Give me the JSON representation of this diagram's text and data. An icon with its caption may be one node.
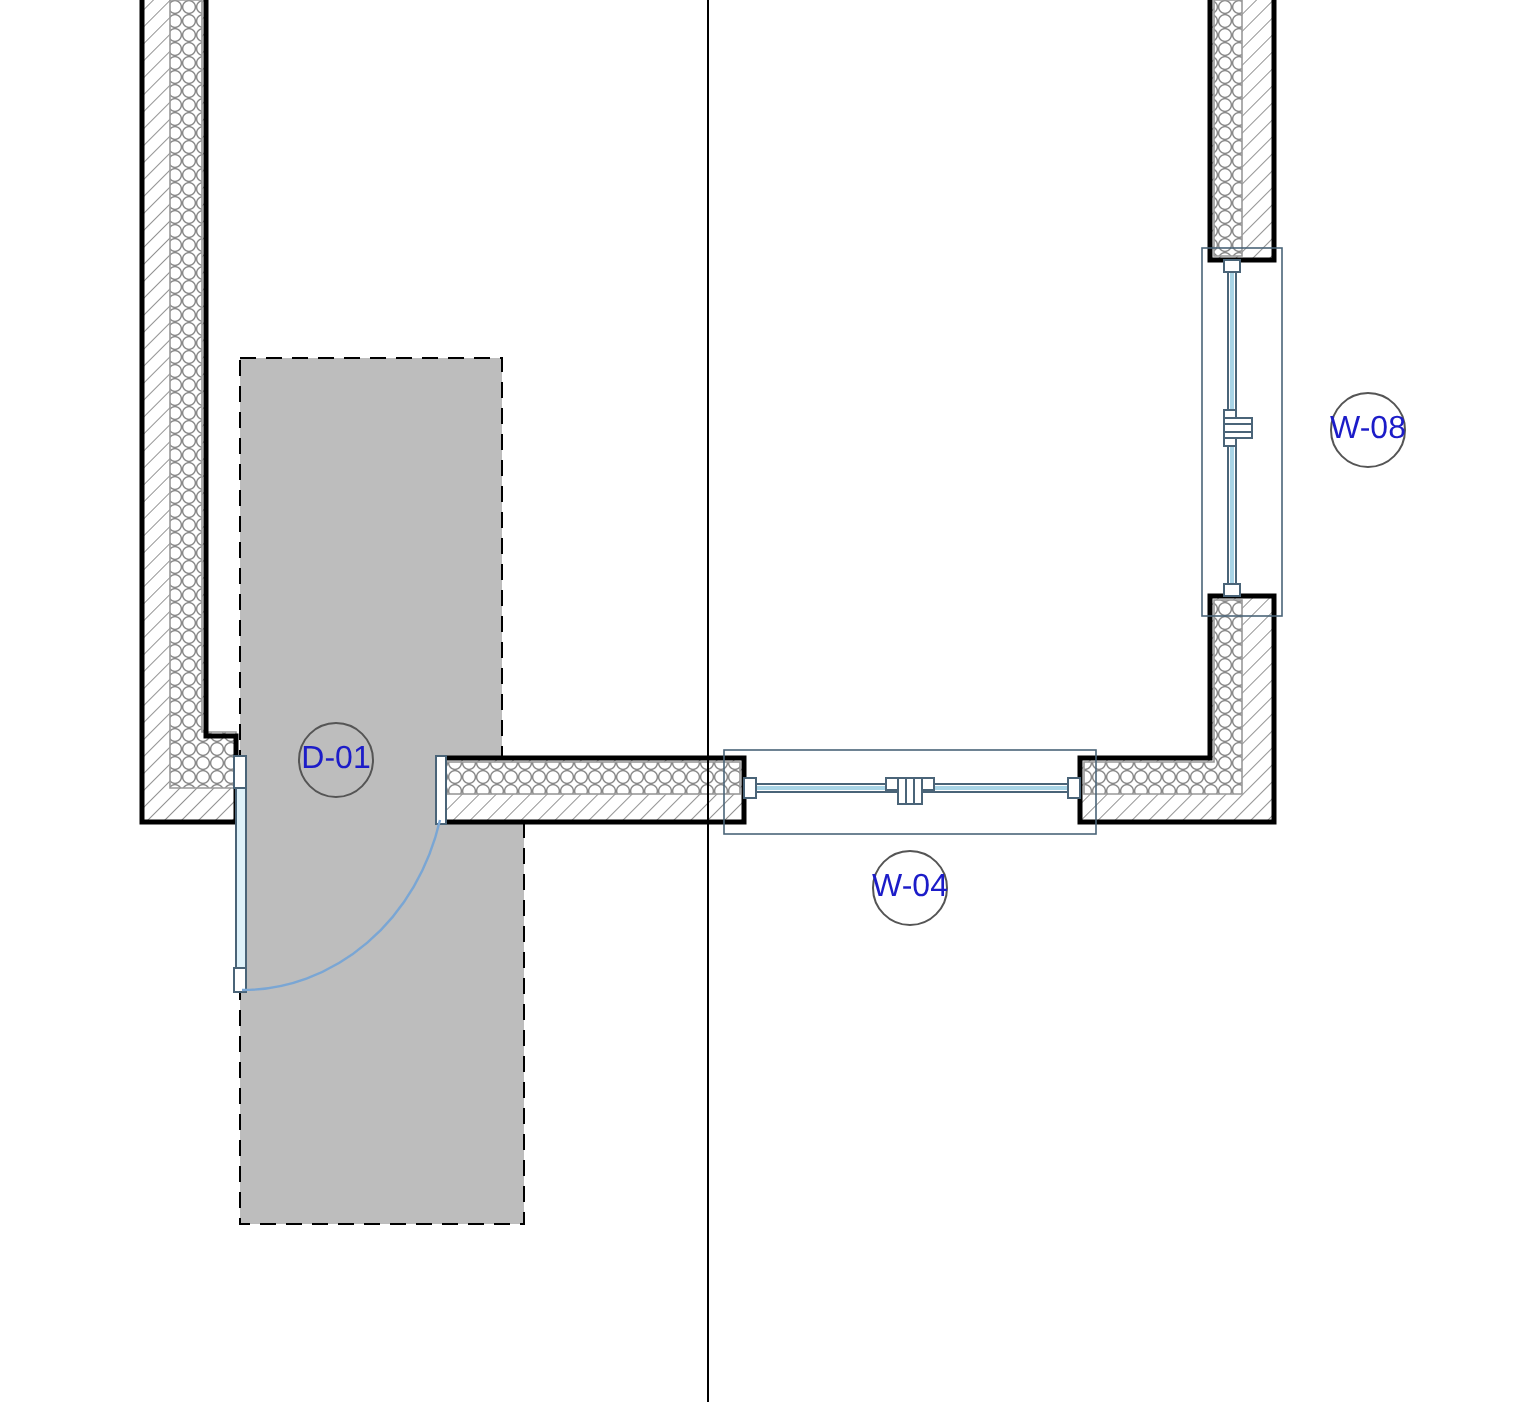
{
  "diagram": {
    "nodes": [
      {
        "text": [
          "W-08"
        ]
      },
      {
        "text": [
          "D-01"
        ]
      },
      {
        "text": [
          "W-04"
        ]
      }
    ]
  }
}
